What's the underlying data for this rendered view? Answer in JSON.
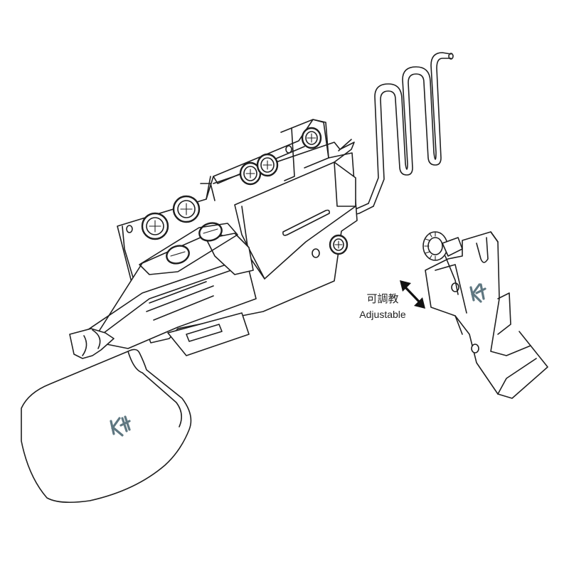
{
  "caption": {
    "label_chinese": "可調教",
    "label_english": "Adjustable"
  },
  "brand": {
    "logo_text": "KH",
    "logo_color": "#5f7781",
    "line_color": "#1e1e1e",
    "background": "#ffffff"
  },
  "icons": {
    "arrow": "double-headed-arrow-icon",
    "screw": "phillips-screw-icon"
  }
}
